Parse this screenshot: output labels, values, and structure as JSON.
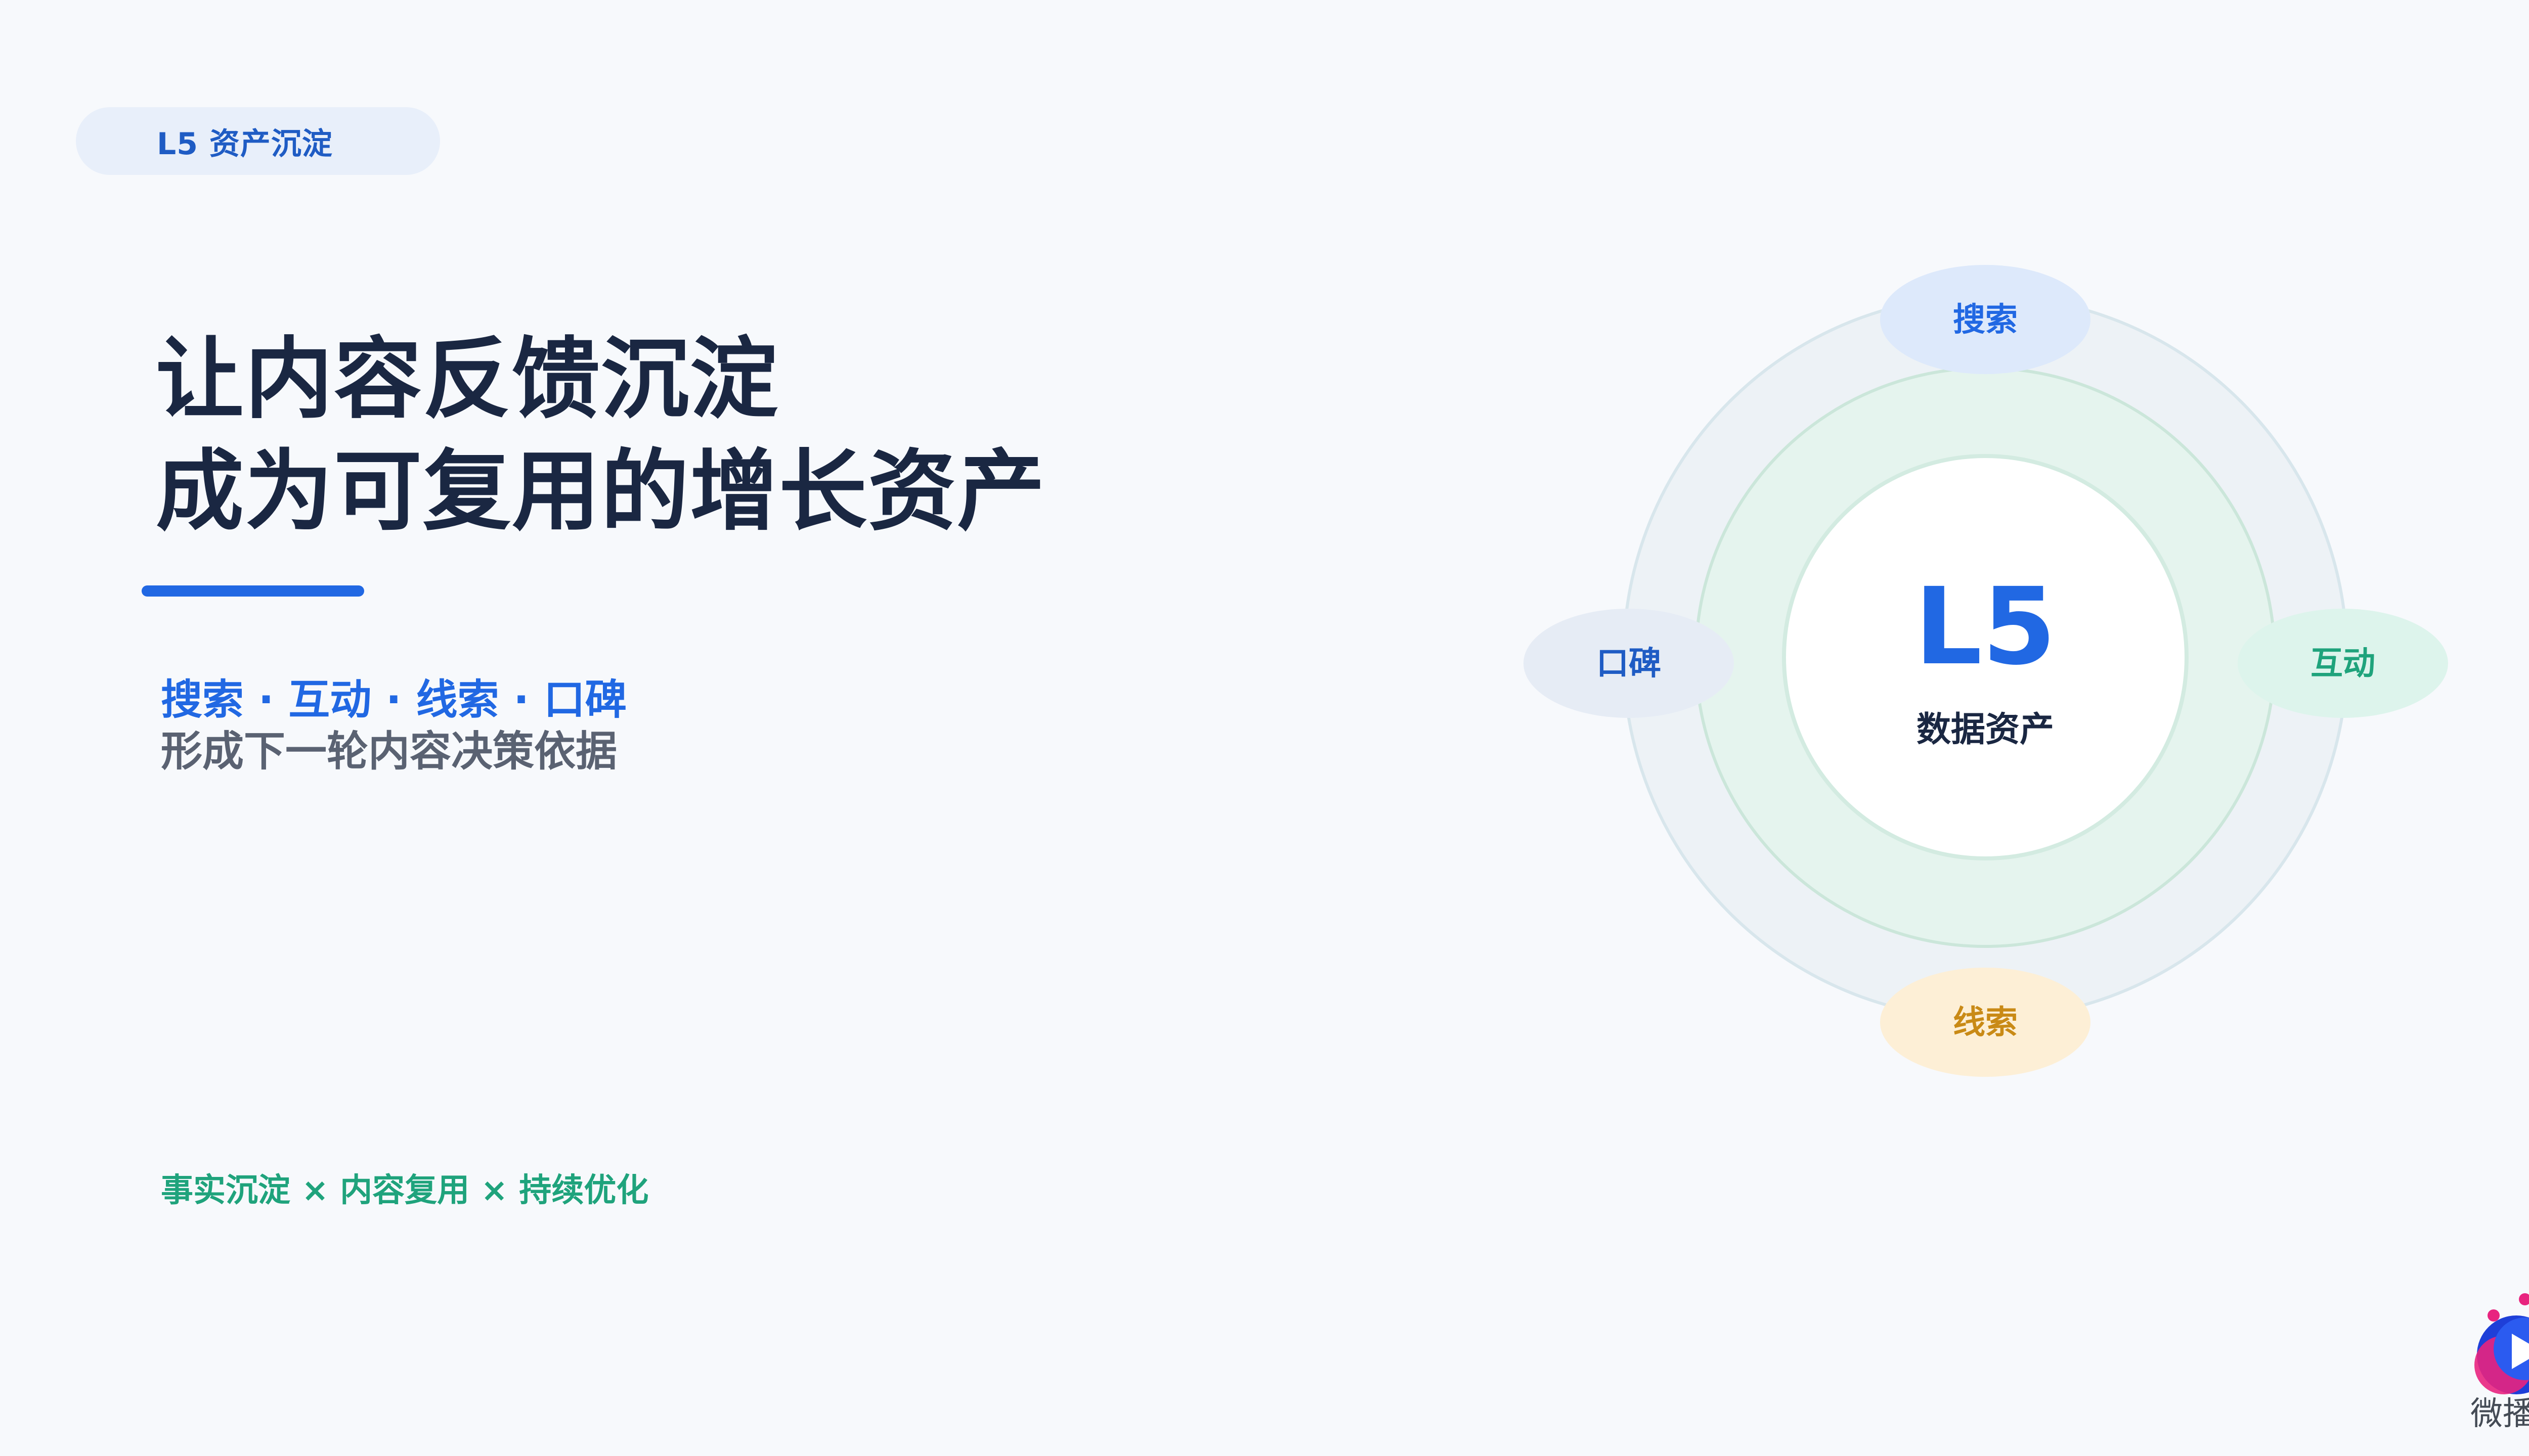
{
  "tag": {
    "label": "L5 资产沉淀"
  },
  "headline": {
    "line1": "让内容反馈沉淀",
    "line2": "成为可复用的增长资产"
  },
  "keywords": "搜索 · 互动 · 线索 · 口碑",
  "subline": "形成下一轮内容决策依据",
  "footer": "事实沉淀 × 内容复用 × 持续优化",
  "diagram": {
    "center_title": "L5",
    "center_subtitle": "数据资产",
    "nodes": {
      "top": "搜索",
      "right": "互动",
      "bottom": "线索",
      "left": "口碑"
    }
  },
  "logo": {
    "caption": "微播易"
  },
  "colors": {
    "background": "#F7F9FC",
    "primary_blue": "#2168E3",
    "heading_dark": "#1A2742",
    "teal_green": "#1FA37C",
    "orange": "#C98A16",
    "gray_text": "#5A6272"
  }
}
